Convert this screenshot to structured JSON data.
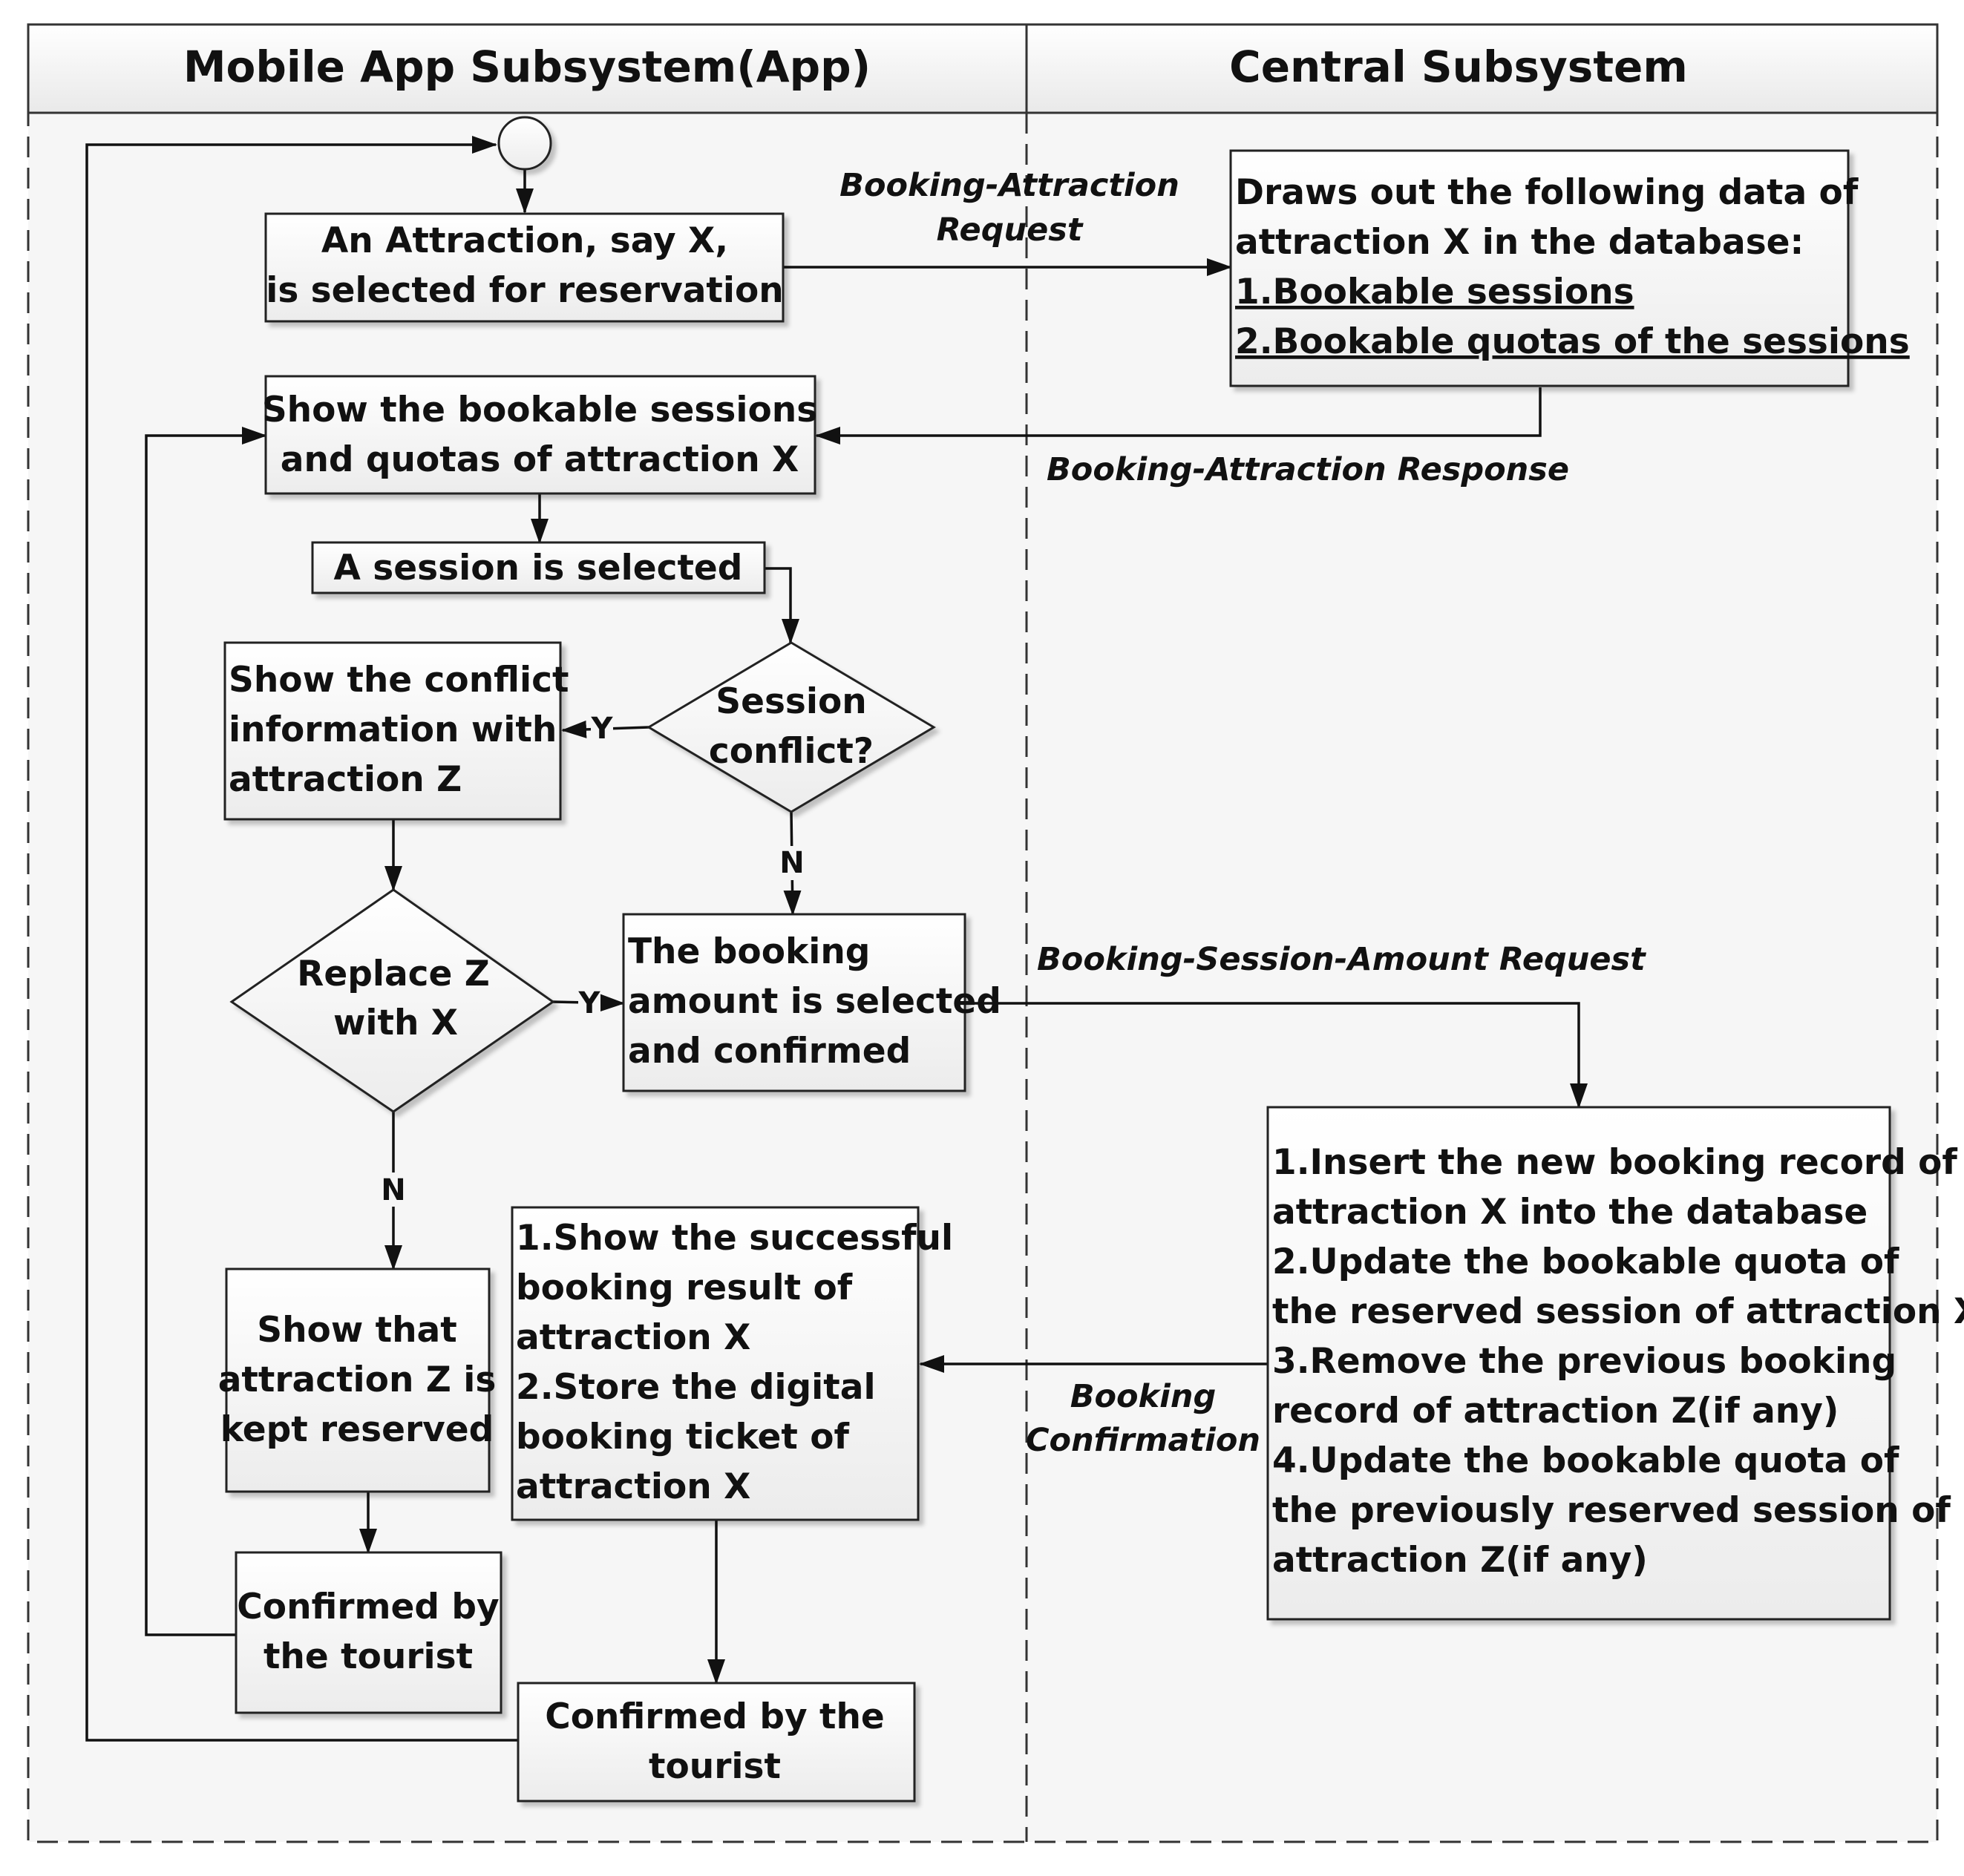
{
  "lanes": {
    "left_title": "Mobile App Subsystem(App)",
    "right_title": "Central Subsystem"
  },
  "boxes": {
    "select_attraction": [
      "An Attraction, say X,",
      "is selected for reservation"
    ],
    "show_sessions": [
      "Show the bookable sessions",
      "and quotas of attraction X"
    ],
    "session_selected": [
      "A session is selected"
    ],
    "show_conflict": [
      "Show the conflict",
      "information with",
      "attraction Z"
    ],
    "amount_confirmed": [
      "The booking",
      "amount is selected",
      "and confirmed"
    ],
    "kept_reserved": [
      "Show that",
      "attraction Z is",
      "kept reserved"
    ],
    "confirmed_tourist_1": [
      "Confirmed by",
      "the tourist"
    ],
    "show_success": [
      "1.Show the successful",
      "booking result of",
      "attraction X",
      "2.Store the digital",
      "booking ticket of",
      "attraction X"
    ],
    "confirmed_tourist_2": [
      "Confirmed by the",
      "tourist"
    ],
    "draws_data": [
      "Draws out the following data of",
      "attraction X in the database:",
      "1.Bookable sessions",
      "2.Bookable quotas of the sessions"
    ],
    "insert_record": [
      "1.Insert the new booking record of",
      "attraction X into the database",
      "2.Update the bookable quota of",
      "the reserved session of attraction X",
      "3.Remove the previous booking",
      "record of attraction Z(if any)",
      "4.Update the bookable quota of",
      "the previously reserved session of",
      "attraction Z(if any)"
    ]
  },
  "decisions": {
    "session_conflict": [
      "Session",
      "conflict?"
    ],
    "replace_z": [
      "Replace Z",
      "with X"
    ]
  },
  "flow_labels": {
    "booking_attraction_request": [
      "Booking-Attraction",
      "Request"
    ],
    "booking_attraction_response": "Booking-Attraction Response",
    "booking_session_amount_request": "Booking-Session-Amount Request",
    "booking_confirmation": [
      "Booking",
      "Confirmation"
    ]
  },
  "branch_labels": {
    "conflict_yes": "Y",
    "conflict_no": "N",
    "replace_yes": "Y",
    "replace_no": "N"
  }
}
